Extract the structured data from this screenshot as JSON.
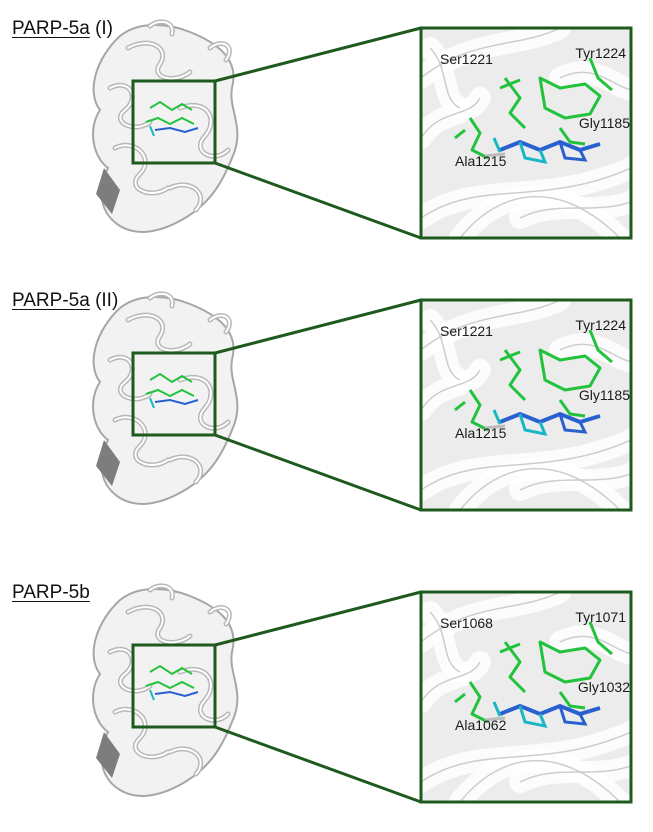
{
  "colors": {
    "frame": "#1e5a1e",
    "protein": "#d9d9d9",
    "protein_dark": "#a6a6a6",
    "ligand_residue": "#22c33c",
    "ligand_core": "#2a5fd0",
    "ligand_cyan": "#19b7c4",
    "zoom_background": "#ececec"
  },
  "panels": [
    {
      "title_main": "PARP-5a",
      "title_suffix": " (I)",
      "residues": [
        "Ser1221",
        "Tyr1224",
        "Gly1185",
        "Ala1215"
      ]
    },
    {
      "title_main": "PARP-5a",
      "title_suffix": " (II)",
      "residues": [
        "Ser1221",
        "Tyr1224",
        "Gly1185",
        "Ala1215"
      ]
    },
    {
      "title_main": "PARP-5b",
      "title_suffix": "",
      "residues": [
        "Ser1068",
        "Tyr1071",
        "Gly1032",
        "Ala1062"
      ]
    }
  ]
}
